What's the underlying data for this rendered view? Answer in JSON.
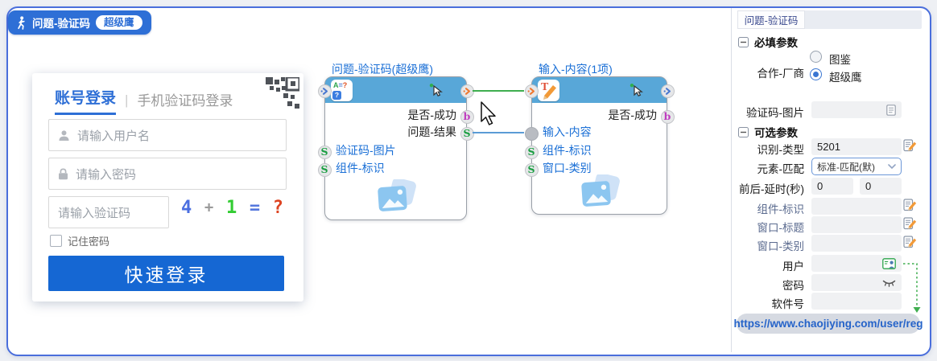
{
  "header": {
    "title": "问题-验证码",
    "badge": "超级鹰"
  },
  "login_preview": {
    "account_tab": "账号登录",
    "divider": "|",
    "phone_tab": "手机验证码登录",
    "username_placeholder": "请输入用户名",
    "password_placeholder": "请输入密码",
    "captcha_placeholder": "请输入验证码",
    "captcha_expression": {
      "operand1": "4",
      "operator": "+",
      "operand2": "1",
      "equals": "=",
      "question": "?"
    },
    "remember_label": "记住密码",
    "login_button": "快速登录"
  },
  "flow": {
    "node1": {
      "title": "问题-验证码(超级鹰)",
      "icon_top": "A=?",
      "icon_bottom": "?",
      "outputs": [
        {
          "label": "是否-成功",
          "port": "b"
        },
        {
          "label": "问题-结果",
          "port": "S"
        }
      ],
      "inputs": [
        {
          "port": "S",
          "label": "验证码-图片"
        },
        {
          "port": "S",
          "label": "组件-标识"
        }
      ]
    },
    "node2": {
      "title": "输入-内容(1项)",
      "icon_top": "T",
      "outputs": [
        {
          "label": "是否-成功",
          "port": "b"
        }
      ],
      "inputs": [
        {
          "port": "",
          "label": "输入-内容"
        },
        {
          "port": "S",
          "label": "组件-标识"
        },
        {
          "port": "S",
          "label": "窗口-类别"
        }
      ]
    }
  },
  "panel": {
    "tab": "问题-验证码",
    "required_section": "必填参数",
    "optional_section": "可选参数",
    "vendor_label": "合作-厂商",
    "vendor_options": [
      {
        "label": "图鉴",
        "selected": false
      },
      {
        "label": "超级鹰",
        "selected": true
      }
    ],
    "captcha_image_label": "验证码-图片",
    "recognition_type_label": "识别-类型",
    "recognition_type_value": "5201",
    "element_match_label": "元素-匹配",
    "element_match_value": "标准-匹配(默)",
    "delay_label": "前后-延时(秒)",
    "delay_before": "0",
    "delay_after": "0",
    "component_id_label": "组件-标识",
    "window_title_label": "窗口-标题",
    "window_class_label": "窗口-类别",
    "user_label": "用户",
    "password_label": "密码",
    "software_id_label": "软件号",
    "register_url": "https://www.chaojiying.com/user/reg"
  },
  "colors": {
    "accent_blue": "#2e6fd6",
    "frame_border": "#4a6edc",
    "node_header_blue": "#58a7d8",
    "port_s_green": "#1b9e42",
    "port_b_magenta": "#bf3fbf",
    "exec_connected_orange": "#f07830",
    "exec_idle_blue": "#4a78d0",
    "link_green": "#3fae4f",
    "link_blue": "#5b9bd5",
    "captcha_digit1_blue": "#4a6ee0",
    "captcha_plus_gray": "#9a9a9a",
    "captcha_digit2_green": "#33cc33",
    "captcha_equals_blue": "#5577dd",
    "captcha_question_red": "#dd4422",
    "login_button_blue": "#1567d3"
  }
}
